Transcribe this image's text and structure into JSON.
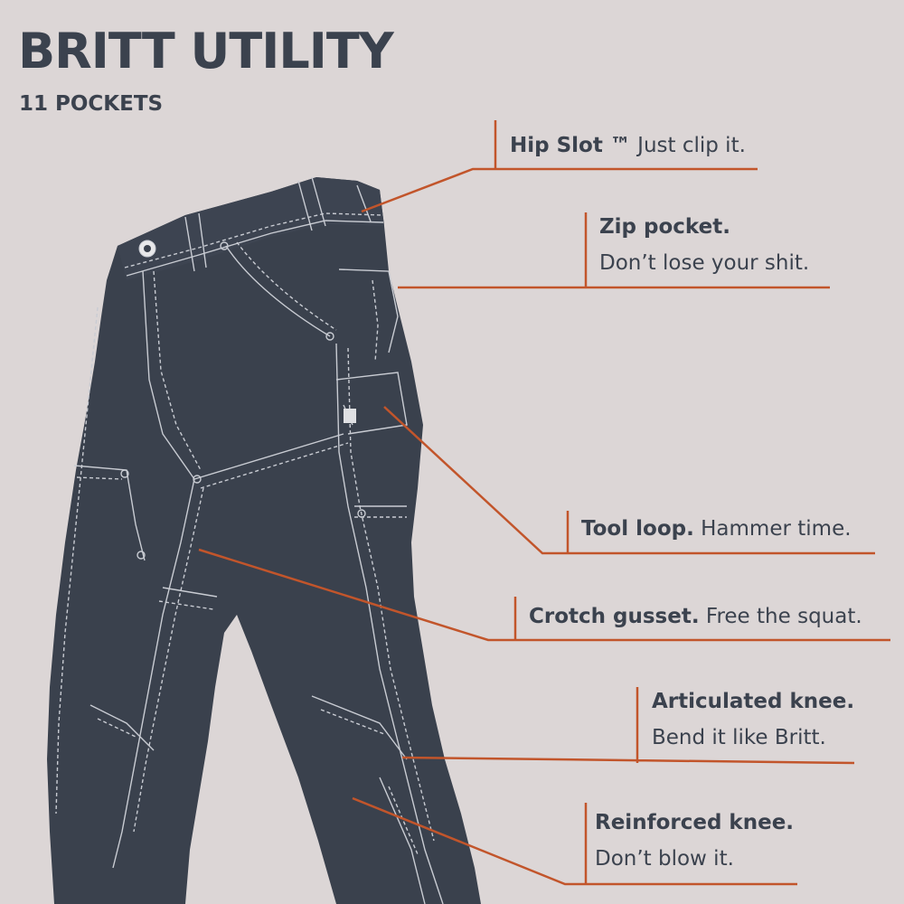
{
  "header": {
    "title": "BRITT UTILITY",
    "subtitle": "11 POCKETS"
  },
  "colors": {
    "background": "#dcd6d6",
    "pants": "#3a414d",
    "stitching": "#c9ccd3",
    "leader_line": "#c2552b",
    "text": "#3b424e"
  },
  "callouts": {
    "hip_slot": {
      "bold": "Hip Slot ™",
      "text": " Just clip it."
    },
    "zip_pocket": {
      "bold": "Zip pocket.",
      "text": "Don’t lose your shit."
    },
    "tool_loop": {
      "bold": "Tool loop.",
      "text": " Hammer time."
    },
    "crotch_gusset": {
      "bold": "Crotch gusset.",
      "text": " Free the squat."
    },
    "articulated_knee": {
      "bold": "Articulated knee.",
      "text": "Bend it like Britt."
    },
    "reinforced_knee": {
      "bold": "Reinforced knee.",
      "text": "Don’t blow it."
    }
  }
}
